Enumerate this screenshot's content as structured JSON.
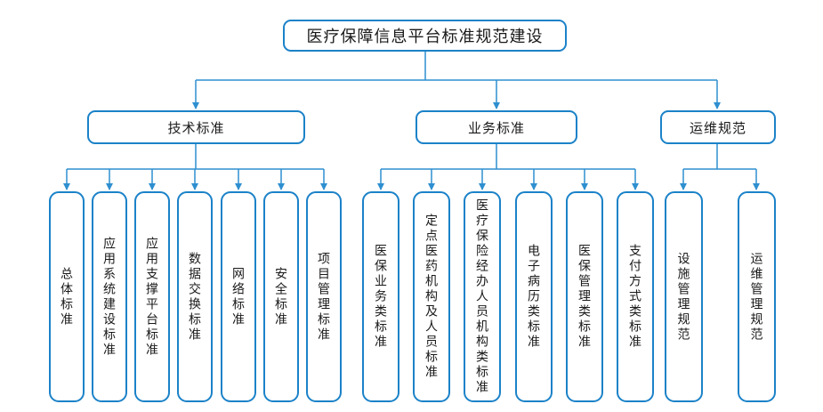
{
  "root": {
    "label": "医疗保障信息平台标准规范建设"
  },
  "groups": [
    {
      "label": "技术标准",
      "children": [
        "总体标准",
        "应用系统建设标准",
        "应用支撑平台标准",
        "数据交换标准",
        "网络标准",
        "安全标准",
        "项目管理标准"
      ]
    },
    {
      "label": "业务标准",
      "children": [
        "医保业务类标准",
        "定点医药机构及人员标准",
        "医疗保险经办人员机构类标准",
        "电子病历类标准",
        "医保管理类标准",
        "支付方式类标准"
      ]
    },
    {
      "label": "运维规范",
      "children": [
        "设施管理规范",
        "运维管理规范"
      ]
    }
  ],
  "colors": {
    "node_border": "#1b82c8",
    "connector_line": "#2e8fd0",
    "text": "#1a1a1a",
    "background": "#ffffff"
  }
}
